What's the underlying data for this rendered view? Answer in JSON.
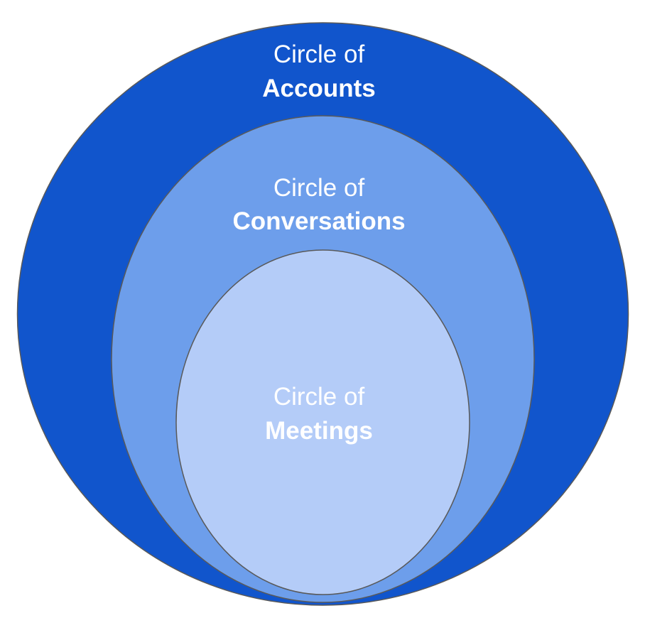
{
  "colors": {
    "accounts": "#1155cc",
    "conversations": "#6d9eeb",
    "meetings": "#b4ccf8",
    "outline": "#595959",
    "text": "#ffffff"
  },
  "circles": [
    {
      "id": "accounts",
      "prefix": "Circle of",
      "name": "Accounts"
    },
    {
      "id": "conversations",
      "prefix": "Circle of",
      "name": "Conversations"
    },
    {
      "id": "meetings",
      "prefix": "Circle of",
      "name": "Meetings"
    }
  ]
}
